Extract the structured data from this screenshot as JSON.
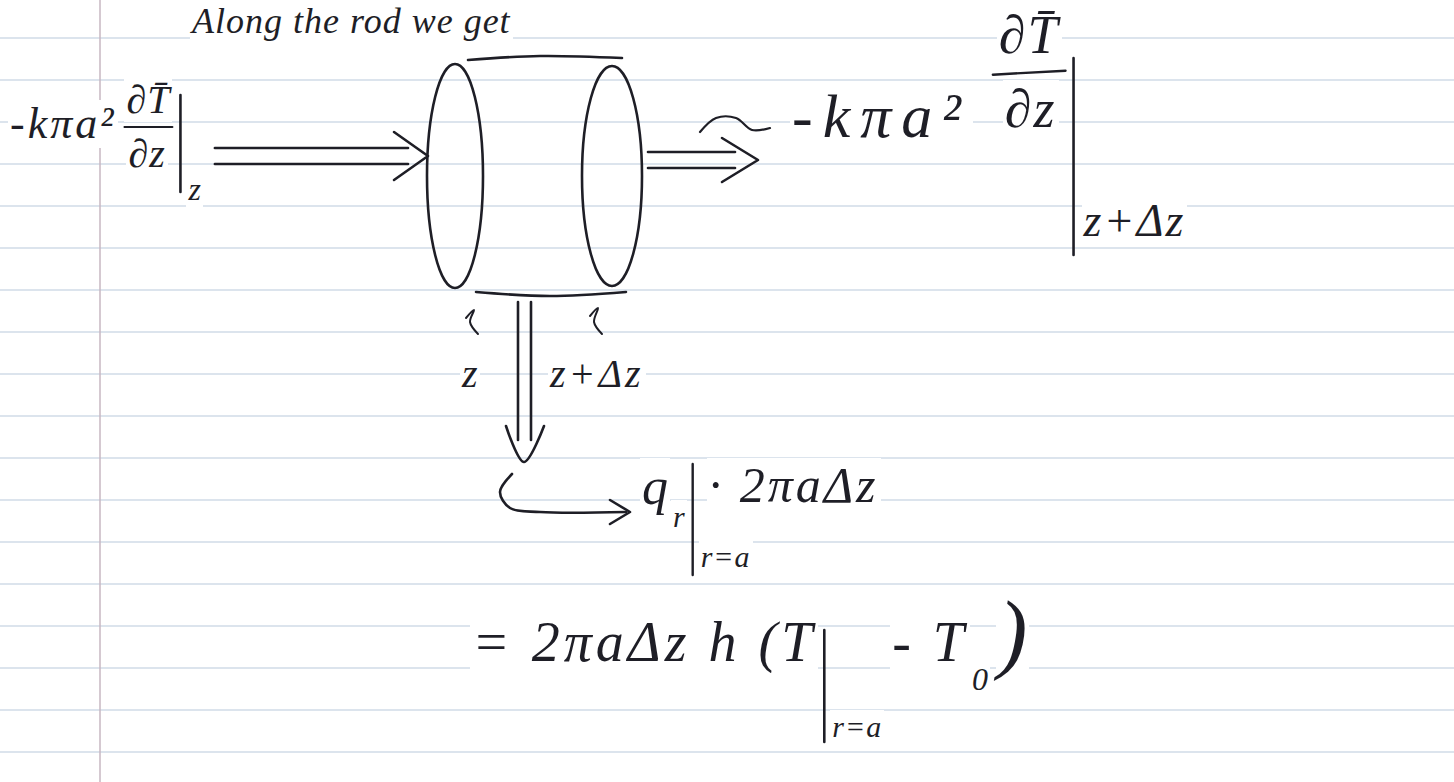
{
  "diagram": {
    "labels": [
      "Along the rod we get",
      "-kπa²",
      "∂T̄",
      "∂z",
      "z",
      "-kπa²",
      "∂T̄",
      "∂z",
      "z+Δz",
      "z",
      "z+Δz",
      "q",
      "r",
      "r=a",
      "· 2πaΔz",
      "= 2πaΔz h (T",
      "r=a",
      "- T",
      "0",
      ")"
    ]
  }
}
